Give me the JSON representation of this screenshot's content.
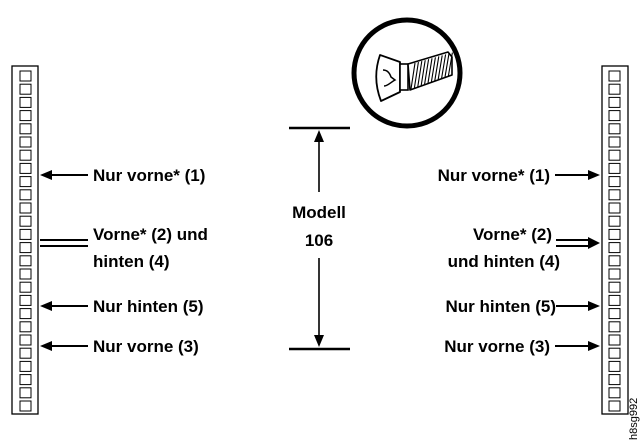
{
  "left_labels": {
    "front_only": "Nur vorne* (1)",
    "front_back_line1": "Vorne* (2) und",
    "front_back_line2": "hinten (4)",
    "back_only": "Nur hinten (5)",
    "front_only_3": "Nur vorne (3)"
  },
  "right_labels": {
    "front_only": "Nur vorne* (1)",
    "front_back_line1": "Vorne* (2)",
    "front_back_line2": "und hinten (4)",
    "back_only": "Nur hinten (5)",
    "front_only_3": "Nur vorne (3)"
  },
  "dimension": {
    "line1": "Modell",
    "line2": "106"
  },
  "figure_id": "h8sg992",
  "icons": {
    "screw": "screw-icon"
  },
  "colors": {
    "ink": "#000000",
    "background": "#ffffff"
  }
}
